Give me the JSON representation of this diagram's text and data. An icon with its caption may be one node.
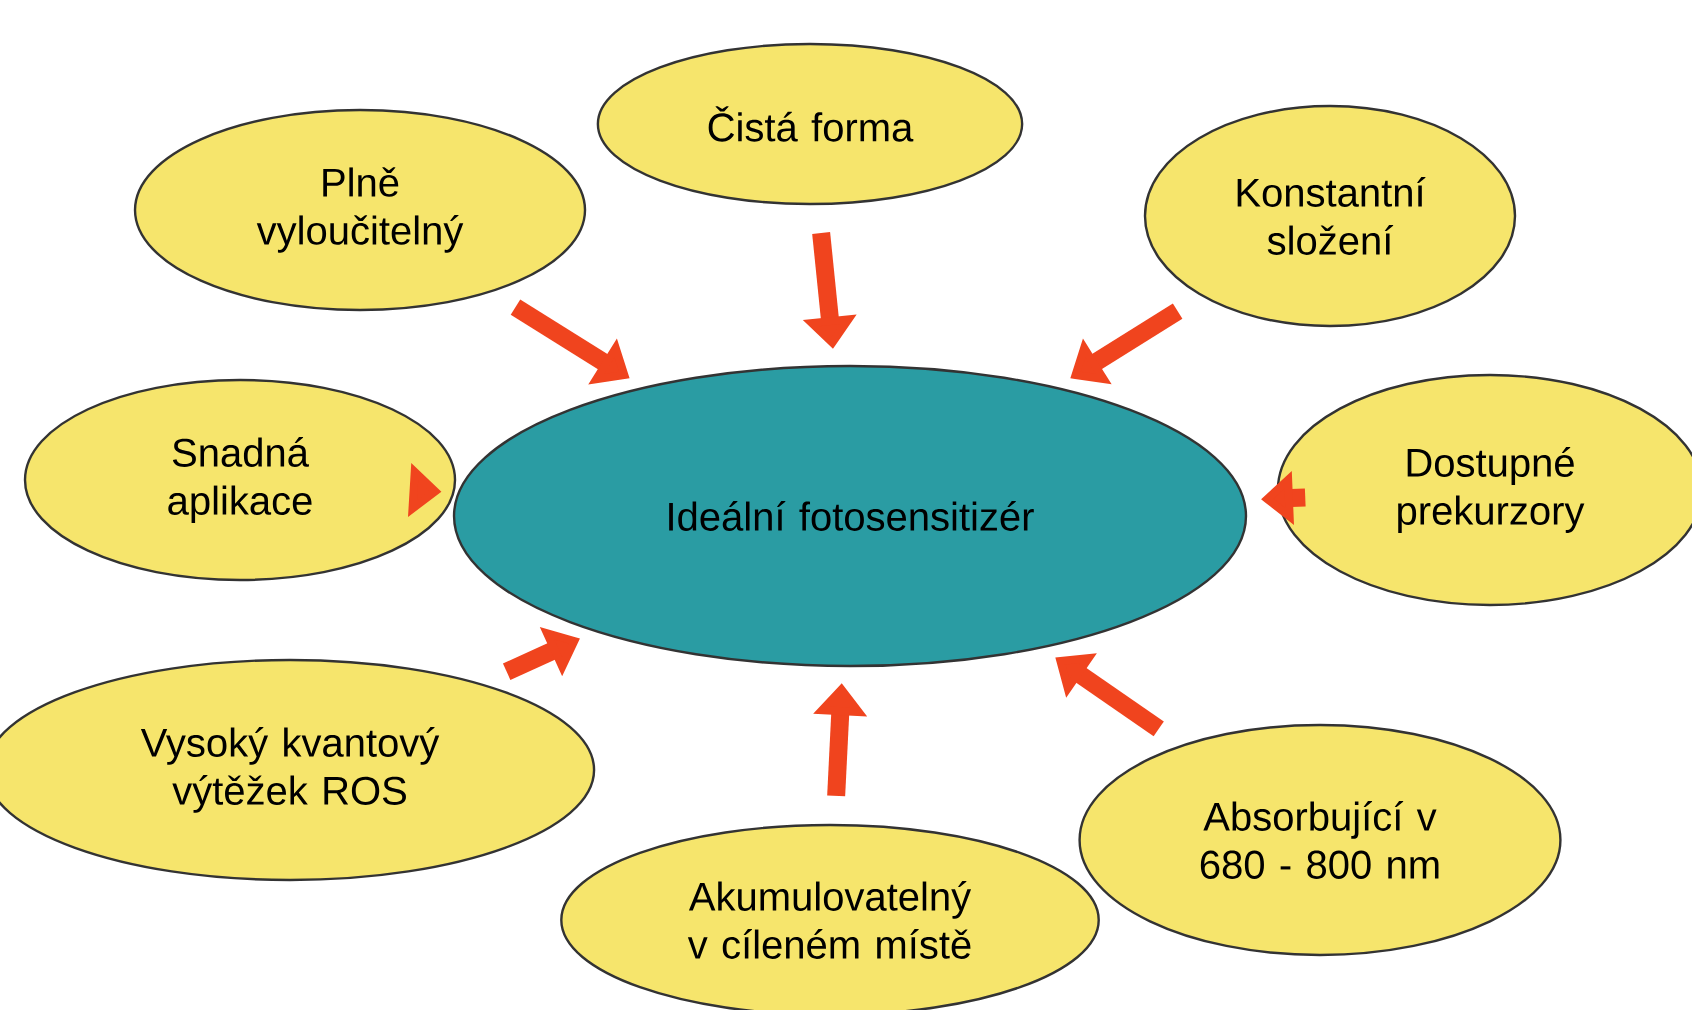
{
  "diagram": {
    "nodes": [
      {
        "text": [
          "Ideální fotosensitizér"
        ]
      },
      {
        "text": [
          "Plně vyloučitelný"
        ]
      },
      {
        "text": [
          "Čistá forma"
        ]
      },
      {
        "text": [
          "Konstantní složení"
        ]
      },
      {
        "text": [
          "Snadná aplikace"
        ]
      },
      {
        "text": [
          "Dostupné prekurzory"
        ]
      },
      {
        "text": [
          "Vysoký kvantový výtěžek ROS"
        ]
      },
      {
        "text": [
          "Akumulovatelný v cíleném místě"
        ]
      },
      {
        "text": [
          "Absorbující v 680 - 800 nm"
        ]
      }
    ],
    "edges": [
      {
        "from": 1,
        "to": 0,
        "arrow": "to"
      },
      {
        "from": 2,
        "to": 0,
        "arrow": "to"
      },
      {
        "from": 3,
        "to": 0,
        "arrow": "to"
      },
      {
        "from": 4,
        "to": 0,
        "arrow": "to"
      },
      {
        "from": 5,
        "to": 0,
        "arrow": "to"
      },
      {
        "from": 6,
        "to": 0,
        "arrow": "to"
      },
      {
        "from": 7,
        "to": 0,
        "arrow": "to"
      },
      {
        "from": 8,
        "to": 0,
        "arrow": "to"
      }
    ]
  }
}
